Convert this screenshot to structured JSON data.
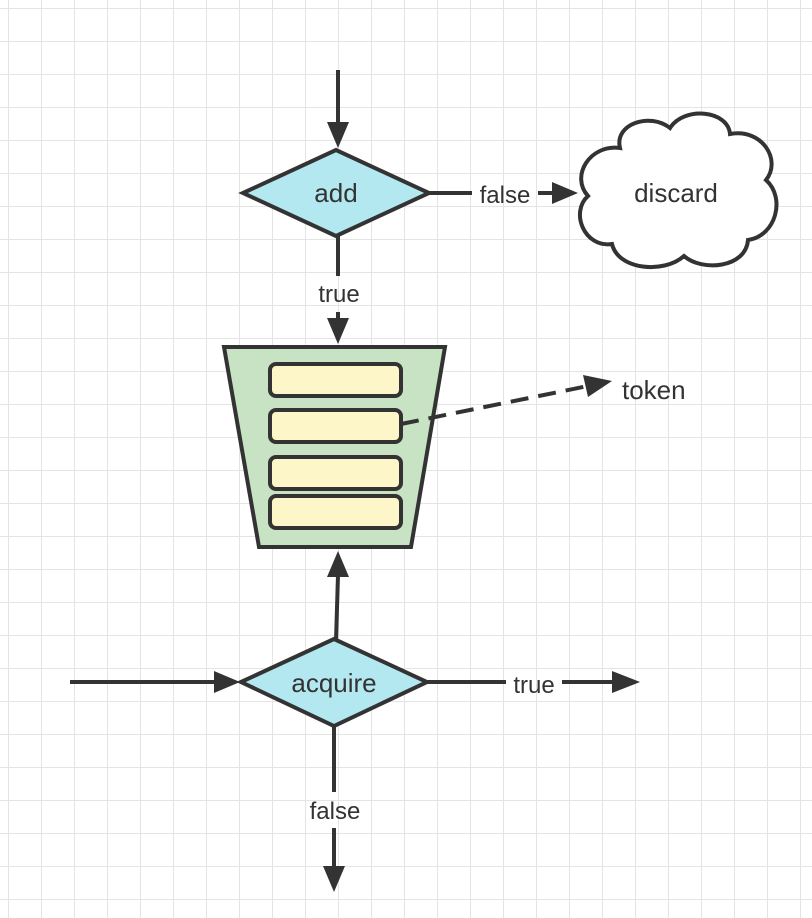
{
  "colors": {
    "decision_fill": "#b3e8f0",
    "bucket_fill": "#c8e3c4",
    "token_fill": "#fdf6c8",
    "stroke": "#333333",
    "grid": "#e4e4e4"
  },
  "nodes": {
    "add": "add",
    "discard": "discard",
    "token": "token",
    "acquire": "acquire"
  },
  "edges": {
    "add_false": "false",
    "add_true": "true",
    "acquire_true": "true",
    "acquire_false": "false"
  }
}
